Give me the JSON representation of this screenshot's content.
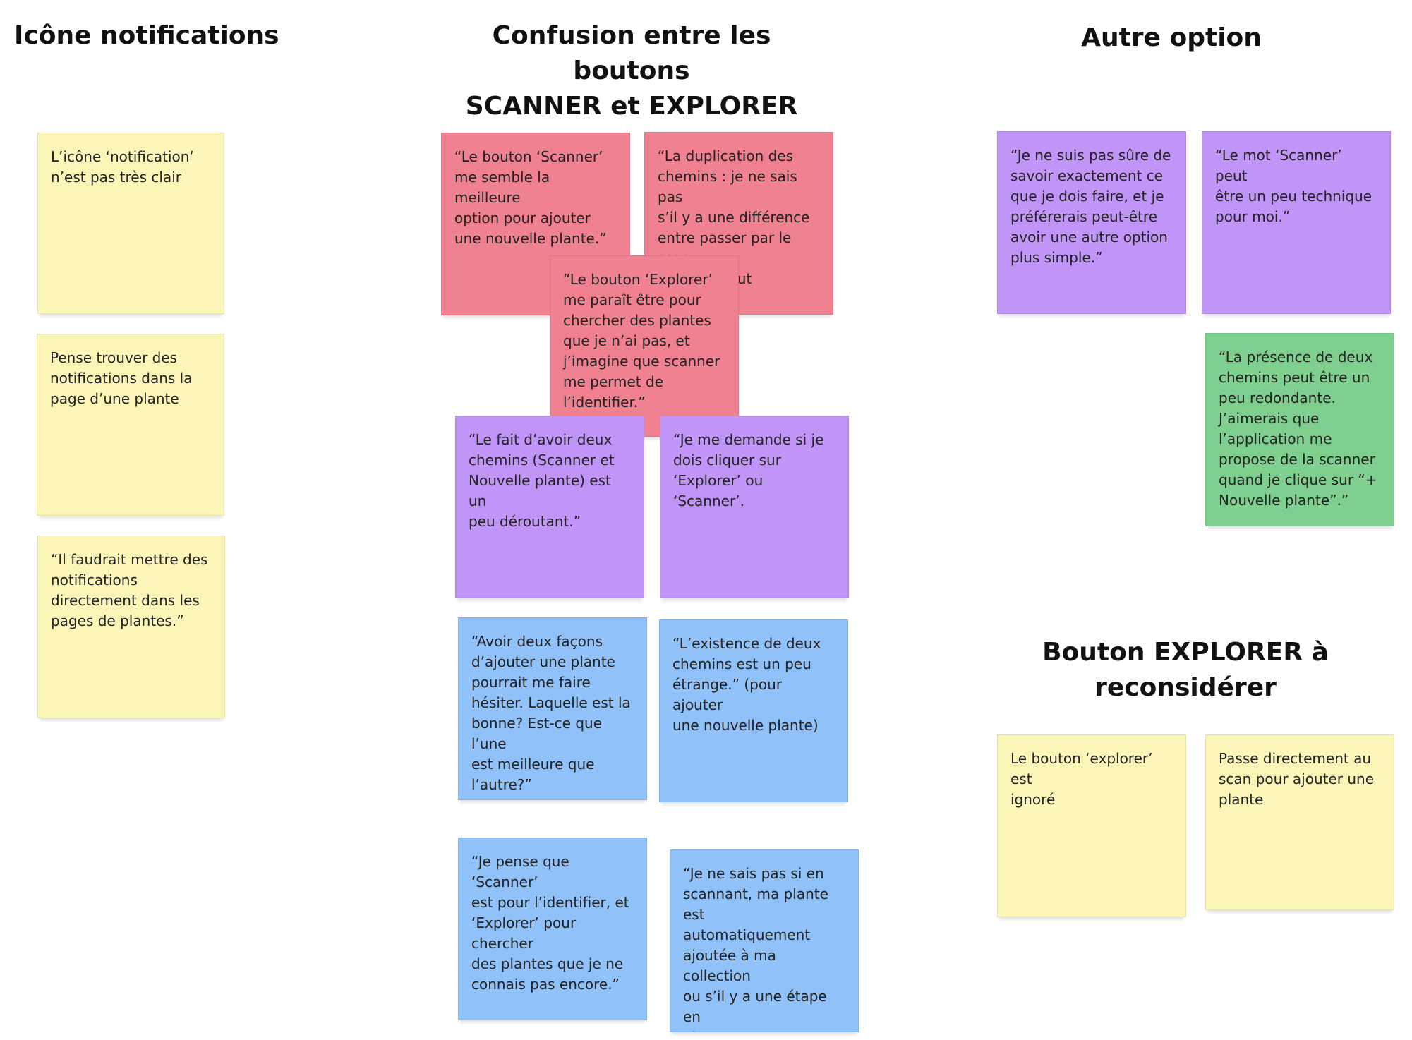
{
  "colors": {
    "yellow": "#fbf6b8",
    "red": "#f08190",
    "purple": "#c195f7",
    "blue": "#90c1f9",
    "green": "#7fd08e"
  },
  "headings": {
    "notifications": "Icône notifications",
    "confusion": "Confusion entre les boutons\nSCANNER et EXPLORER",
    "autre": "Autre option",
    "explorer": "Bouton EXPLORER à\nreconsidérer"
  },
  "notes": {
    "n1": {
      "color": "yellow",
      "text": "L’icône ‘notification’\nn’est pas très clair"
    },
    "n2": {
      "color": "yellow",
      "text": "Pense trouver des\nnotifications dans la\npage d’une plante"
    },
    "n3": {
      "color": "yellow",
      "text": "“Il faudrait mettre des\nnotifications\ndirectement dans les\npages de plantes.”"
    },
    "c1": {
      "color": "red",
      "text": "“Le bouton ‘Scanner’\nme semble la meilleure\noption pour ajouter\nune nouvelle plante.”"
    },
    "c2": {
      "color": "red",
      "text": "“La duplication des\nchemins : je ne sais pas\ns’il y a une différence\nentre passer par le scan\nou par l’ajout manuel.”"
    },
    "c3": {
      "color": "red",
      "text": "“Le bouton ‘Explorer’\nme paraît être pour\nchercher des plantes\nque je n’ai pas, et\nj’imagine que scanner\nme permet de\nl’identifier.”"
    },
    "c4": {
      "color": "purple",
      "text": "“Le fait d’avoir deux\nchemins (Scanner et\nNouvelle plante) est un\npeu déroutant.”"
    },
    "c5": {
      "color": "purple",
      "text": "“Je me demande si je\ndois cliquer sur\n‘Explorer’ ou ‘Scanner’."
    },
    "c6": {
      "color": "blue",
      "text": "“Avoir deux façons\nd’ajouter une plante\npourrait me faire\nhésiter. Laquelle est la\nbonne? Est-ce que l’une\nest meilleure que\nl’autre?”"
    },
    "c7": {
      "color": "blue",
      "text": "“L’existence de deux\nchemins est un peu\nétrange.” (pour ajouter\nune nouvelle plante)"
    },
    "c8": {
      "color": "blue",
      "text": "“Je pense que ‘Scanner’\nest pour l’identifier, et\n‘Explorer’ pour chercher\ndes plantes que je ne\nconnais pas encore.”"
    },
    "c9": {
      "color": "blue",
      "text": "“Je ne sais pas si en\nscannant, ma plante est\nautomatiquement\najoutée à ma collection\nou s’il y a une étape en\nplus.”"
    },
    "a1": {
      "color": "purple",
      "text": "“Je ne suis pas sûre de\nsavoir exactement ce\nque je dois faire, et je\npréférerais peut-être\navoir une autre option\nplus simple.”"
    },
    "a2": {
      "color": "purple",
      "text": "“Le mot ‘Scanner’ peut\nêtre un peu technique\npour moi.”"
    },
    "a3": {
      "color": "green",
      "text": "“La présence de deux\nchemins peut être un\npeu redondante.\nJ’aimerais que\nl’application me\npropose de la scanner\nquand je clique sur “+\nNouvelle plante”.”"
    },
    "e1": {
      "color": "yellow",
      "text": "Le bouton ‘explorer’ est\nignoré"
    },
    "e2": {
      "color": "yellow",
      "text": "Passe directement au\nscan pour ajouter une\nplante"
    }
  }
}
